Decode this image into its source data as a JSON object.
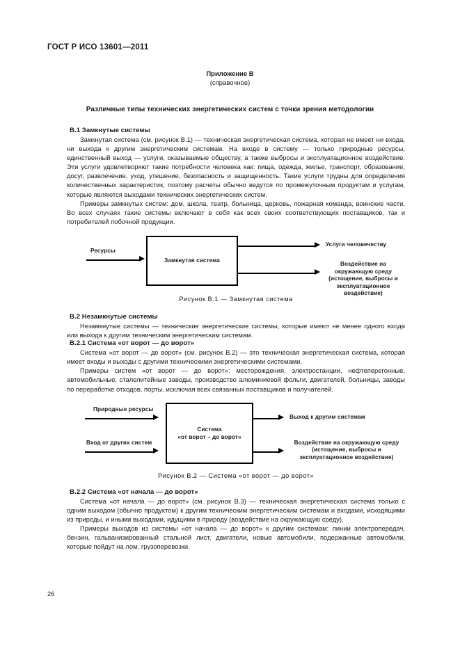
{
  "header": {
    "standard": "ГОСТ Р ИСО 13601—2011"
  },
  "annex": {
    "name": "Приложение В",
    "kind": "(справочное)",
    "title": "Различные типы технических энергетических систем с точки зрения методологии"
  },
  "sections": [
    {
      "id": "B.1",
      "heading": "В.1  Замкнутые системы",
      "paragraphs": [
        "Замкнутая система (см. рисунок В.1) — техническая энергетическая система, которая не имеет ни входа, ни выхода к другим энергетическим системам. На входе в систему — только природные ресурсы, единственный выход — услуги, оказываемые обществу, а также выбросы и эксплуатационное воздействие. Эти услуги удовлетворяют такие потребности человека как: пища, одежда, жилье, транспорт, образование, досуг, развлечение, уход, утешение, безопасность и защищенность. Такие услуги трудны для определения количественных характеристик, поэтому расчеты обычно ведутся по промежуточным продуктам и услугам, которые являются выходами технических энергетических систем.",
        "Примеры замкнутых систем: дом, школа, театр, больница, церковь, пожарная команда, воинские части. Во всех случаях такие системы включают в себя как всех своих соответствующих поставщиков, так и потребителей побочной продукции."
      ]
    },
    {
      "id": "B.2",
      "heading": "В.2  Незамкнутые системы",
      "paragraphs": [
        "Незамкнутые системы — технические энергетические системы, которые имеют не менее одного входа или выхода к другим техническим энергетическим системам."
      ]
    },
    {
      "id": "B.2.1",
      "heading": "В.2.1  Система «от ворот — до ворот»",
      "paragraphs": [
        "Система «от ворот — до ворот» (см. рисунок В.2) — это техническая энергетическая система, которая имеет входы и выходы с другими техническими энергетическими системами.",
        "Примеры систем «от ворот — до ворот»: месторождения, электростанции, нефтеперегонные, автомобильные, сталелитейные заводы, производство алюминиевой фольги, двигателей, больницы, заводы по переработке отходов, порты, исключая всех связанных поставщиков и получателей."
      ]
    },
    {
      "id": "B.2.2",
      "heading": "В.2.2  Система «от начала — до ворот»",
      "paragraphs": [
        "Система «от начала — до ворот» (см. рисунок В.3) — техническая энергетическая система только с одним выходом (обычно продуктом) к другим техническим энергетическим системам и входами, исходящими из природы, и иными выходами, идущими в природу (воздействие на окружающую среду).",
        "Примеры выходов из системы «от начала — до ворот» к другим системам: линии электропередач, бензин, гальванизированный стальной лист, двигатели, новые автомобили, подержанные автомобили, которые пойдут на лом, грузоперевозки."
      ]
    }
  ],
  "figures": [
    {
      "id": "B.1",
      "box_label": "Замкнутая система",
      "inputs": [
        {
          "label": "Ресурсы"
        }
      ],
      "outputs": [
        {
          "label": "Услуги человечеству"
        },
        {
          "label": "Воздействие на окружающую среду (истощение, выбросы и эксплуатационное воздействие)"
        }
      ],
      "caption": "Рисунок В.1 — Замкнутая система"
    },
    {
      "id": "B.2",
      "box_label_line1": "Система",
      "box_label_line2": "«от ворот – до ворот»",
      "inputs": [
        {
          "label": "Природные ресурсы"
        },
        {
          "label": "Вход от других систем"
        }
      ],
      "outputs": [
        {
          "label": "Выход к другим системам"
        },
        {
          "label": "Воздействие на окружающую среду (истощение, выбросы и эксплуатационное воздействие)"
        }
      ],
      "caption": "Рисунок В.2 — Система «от ворот — до ворот»"
    }
  ],
  "footer": {
    "page_number": "26"
  },
  "colors": {
    "text": "#1a1a1a",
    "rule": "#000000",
    "background": "#ffffff"
  }
}
